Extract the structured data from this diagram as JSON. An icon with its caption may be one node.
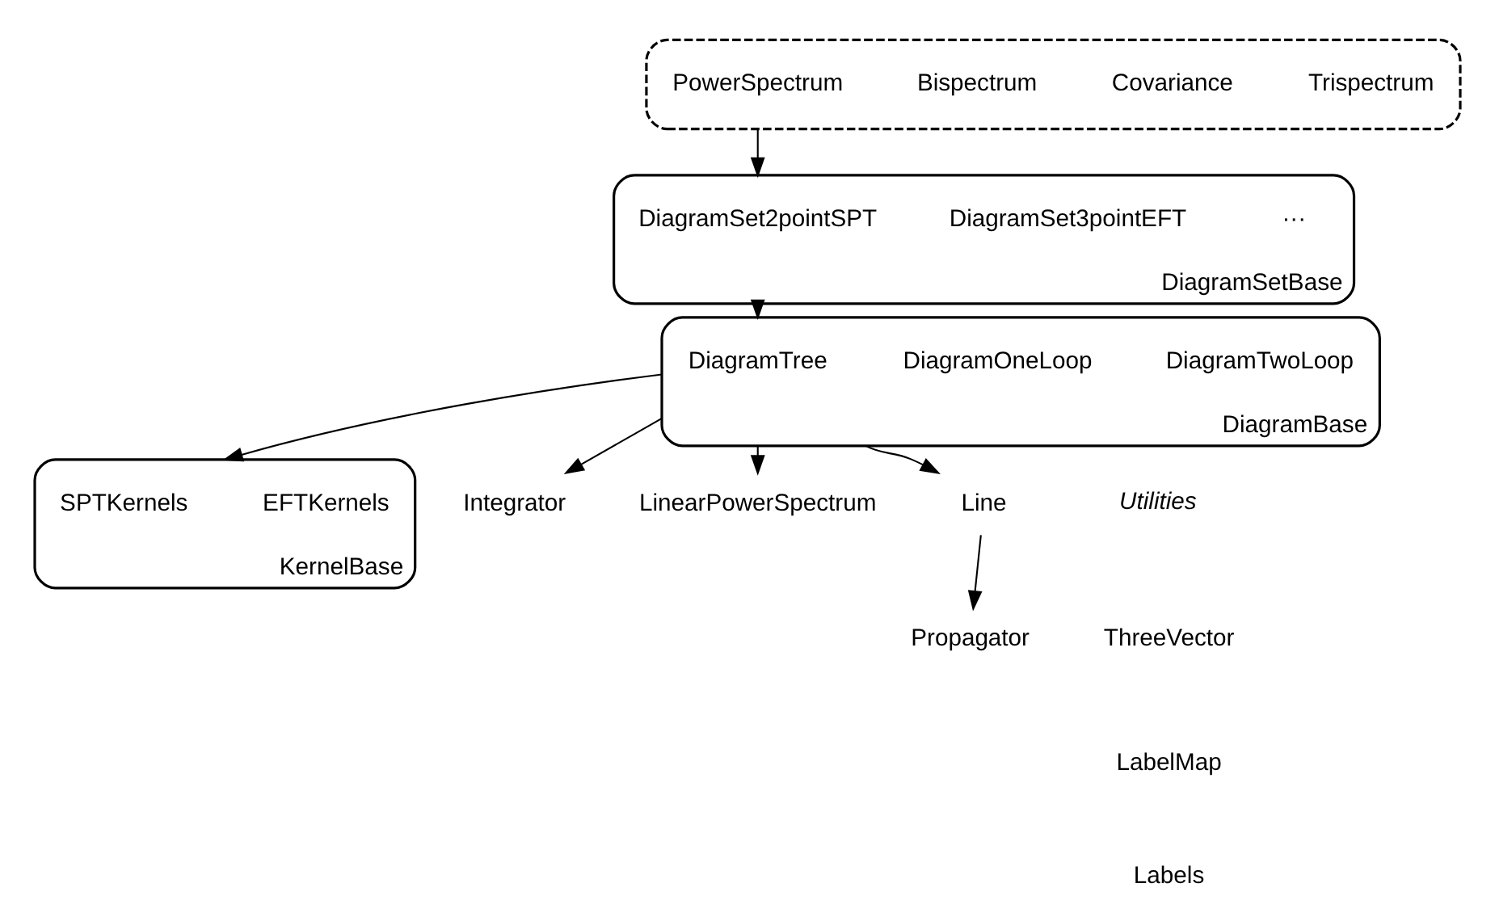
{
  "diagram": {
    "nodes": [
      {
        "text": [],
        "shape": "box"
      },
      {
        "text": [
          "PowerSpectrum"
        ],
        "in": 0
      },
      {
        "text": [
          "Bispectrum"
        ],
        "in": 0
      },
      {
        "text": [
          "Covariance"
        ],
        "in": 0
      },
      {
        "text": [
          "Trispectrum"
        ],
        "in": 0
      },
      {
        "text": [
          "DiagramSetBase"
        ]
      },
      {
        "text": [
          "DiagramSet2pointSPT"
        ],
        "in": 5
      },
      {
        "text": [
          "DiagramSet3pointEFT"
        ],
        "in": 5
      },
      {
        "text": [
          "···"
        ],
        "in": 5
      },
      {
        "text": [
          "KernelBase"
        ]
      },
      {
        "text": [
          "SPTKernels"
        ],
        "in": 9
      },
      {
        "text": [
          "EFTKernels"
        ],
        "in": 9
      },
      {
        "text": [
          "DiagramBase"
        ]
      },
      {
        "text": [
          "DiagramTree"
        ],
        "in": 12
      },
      {
        "text": [
          "DiagramOneLoop"
        ],
        "in": 12
      },
      {
        "text": [
          "DiagramTwoLoop"
        ],
        "in": 12
      },
      {
        "text": [
          "Integrator"
        ]
      },
      {
        "text": [
          "LinearPowerSpectrum"
        ]
      },
      {
        "text": [
          "Line"
        ]
      },
      {
        "text": [
          "Propagator"
        ]
      }
    ],
    "edges": [
      {
        "from": 0,
        "to": 5,
        "arrow": "to"
      },
      {
        "from": 5,
        "to": 12,
        "arrow": "to"
      },
      {
        "from": 12,
        "to": 9,
        "arrow": "to"
      },
      {
        "from": 12,
        "to": 16,
        "arrow": "to"
      },
      {
        "from": 12,
        "to": 17,
        "arrow": "to"
      },
      {
        "from": 12,
        "to": 18,
        "arrow": "to"
      },
      {
        "from": 18,
        "to": 19,
        "arrow": "to"
      }
    ],
    "labels": [
      "Utilities",
      "ThreeVector",
      "LabelMap",
      "Labels"
    ]
  }
}
